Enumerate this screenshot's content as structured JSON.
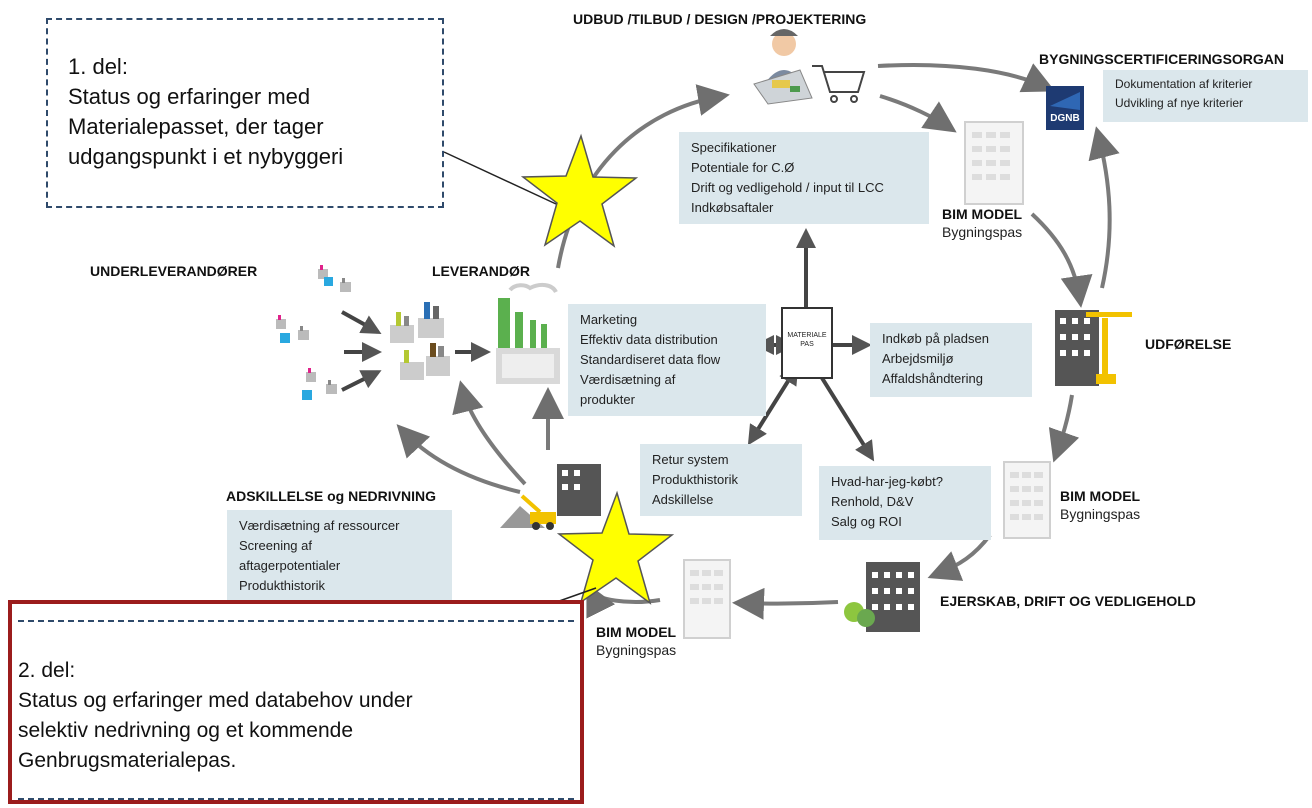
{
  "headers": {
    "udbud": "UDBUD /TILBUD / DESIGN /PROJEKTERING",
    "certificering": "BYGNINGSCERTIFICERINGSORGAN",
    "underleverandorer": "UNDERLEVERANDØRER",
    "leverandor": "LEVERANDØR",
    "udforelse": "UDFØRELSE",
    "adskillelse": "ADSKILLELSE og NEDRIVNING",
    "ejerskab": "EJERSKAB, DRIFT OG VEDLIGEHOLD"
  },
  "bim_labels": [
    {
      "title": "BIM MODEL",
      "subtitle": "Bygningspas"
    },
    {
      "title": "BIM MODEL",
      "subtitle": "Bygningspas"
    },
    {
      "title": "BIM MODEL",
      "subtitle": "Bygningspas"
    }
  ],
  "boxes": {
    "certificering": [
      "Dokumentation af kriterier",
      "Udvikling af nye kriterier"
    ],
    "design": [
      "Specifikationer",
      "Potentiale for C.Ø",
      "Drift og vedligehold / input til LCC",
      "Indkøbsaftaler"
    ],
    "leverandor": [
      "Marketing",
      "Effektiv data distribution",
      "Standardiseret data flow",
      "Værdisætning af",
      "produkter"
    ],
    "udforelse": [
      "Indkøb på pladsen",
      "Arbejdsmiljø",
      "Affaldshåndtering"
    ],
    "retur": [
      "Retur system",
      "Produkthistorik",
      "Adskillelse"
    ],
    "drift": [
      "Hvad-har-jeg-købt?",
      "Renhold, D&V",
      "Salg og ROI"
    ],
    "adskillelse": [
      "Værdisætning af ressourcer",
      "Screening af",
      "aftagerpotentialer",
      "Produkthistorik"
    ]
  },
  "center": {
    "line1": "MATERIALE",
    "line2": "PAS"
  },
  "dgnb": "DGNB",
  "callout1": {
    "title": "1. del:",
    "lines": [
      "Status og erfaringer med",
      "Materialepasset, der tager",
      "udgangspunkt i et nybyggeri"
    ]
  },
  "callout2": {
    "title": "2. del:",
    "lines": [
      "Status og erfaringer med databehov under",
      "selektiv nedrivning og et kommende",
      "Genbrugsmaterialepas."
    ]
  },
  "colors": {
    "box_fill": "#dbe7ec",
    "arrow": "#777777",
    "star": "#ffff00",
    "callout_border": "#2f4a6b",
    "frame": "#9b1c1c",
    "building": "#555555",
    "factory_green": "#5bb04e",
    "crane": "#f2c200"
  }
}
